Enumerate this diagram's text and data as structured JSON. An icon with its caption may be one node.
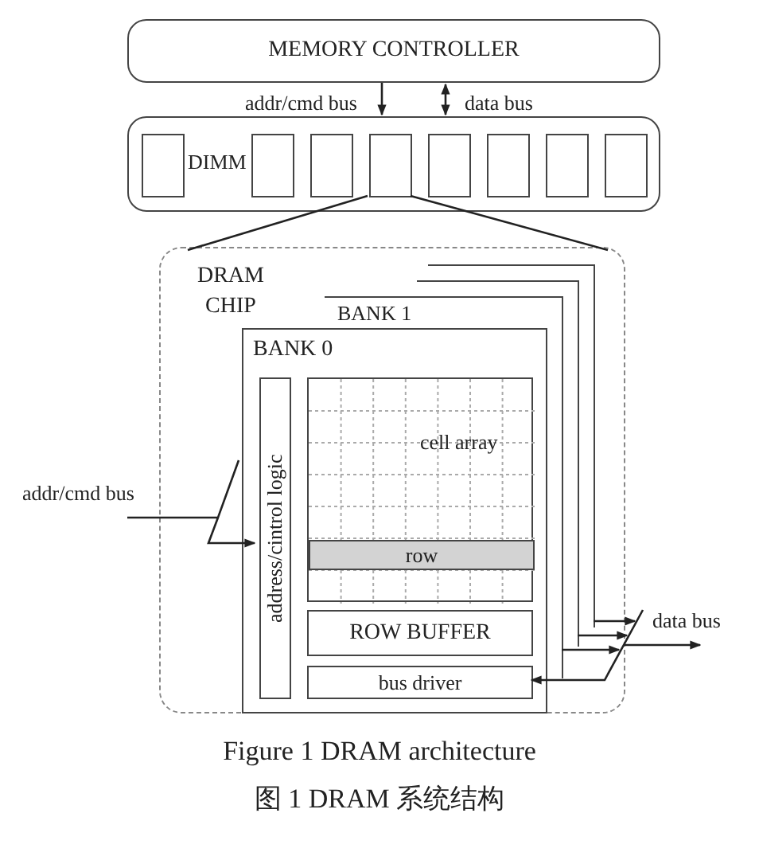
{
  "diagram": {
    "caption": "Figure 1 DRAM architecture",
    "nodes": [
      {
        "text": [
          "MEMORY CONTROLLER"
        ]
      },
      {
        "text": [
          "DIMM"
        ]
      },
      {
        "text": [],
        "shape": "box",
        "in": 1
      },
      {
        "text": [],
        "shape": "box",
        "in": 1
      },
      {
        "text": [],
        "shape": "box",
        "in": 1
      },
      {
        "text": [],
        "shape": "box",
        "in": 1
      },
      {
        "text": [],
        "shape": "box",
        "in": 1
      },
      {
        "text": [],
        "shape": "box",
        "in": 1
      },
      {
        "text": [],
        "shape": "box",
        "in": 1
      },
      {
        "text": [],
        "shape": "box",
        "in": 1
      },
      {
        "text": [
          "DRAM CHIP"
        ]
      },
      {
        "text": [],
        "shape": "box",
        "in": 10
      },
      {
        "text": [],
        "shape": "box",
        "in": 10
      },
      {
        "text": [
          "BANK 1"
        ],
        "in": 10
      },
      {
        "text": [
          "BANK 0"
        ],
        "in": 10
      },
      {
        "text": [
          "address/cintrol logic"
        ],
        "in": 14
      },
      {
        "text": [
          "cell array"
        ],
        "in": 14
      },
      {
        "text": [
          "row"
        ],
        "in": 16
      },
      {
        "text": [
          "ROW BUFFER"
        ],
        "in": 14
      },
      {
        "text": [
          "bus driver"
        ],
        "in": 14
      }
    ],
    "edges": [
      {
        "from": 0,
        "to": 1,
        "arrow": "to",
        "label": "addr/cmd bus"
      },
      {
        "from": 0,
        "to": 1,
        "arrow": "both",
        "label": "data bus"
      },
      {
        "from": 5,
        "to": 10,
        "arrow": "none"
      },
      {
        "from": 5,
        "to": 10,
        "arrow": "none"
      },
      {
        "from": null,
        "to": 15,
        "arrow": "to",
        "label": "addr/cmd bus"
      },
      {
        "from": 19,
        "to": null,
        "arrow": "both",
        "label": "data bus"
      },
      {
        "from": 11,
        "to": null,
        "arrow": "to"
      },
      {
        "from": 12,
        "to": null,
        "arrow": "to"
      },
      {
        "from": 13,
        "to": null,
        "arrow": "to"
      }
    ],
    "labels": [
      "图 1 DRAM 系统结构"
    ]
  }
}
